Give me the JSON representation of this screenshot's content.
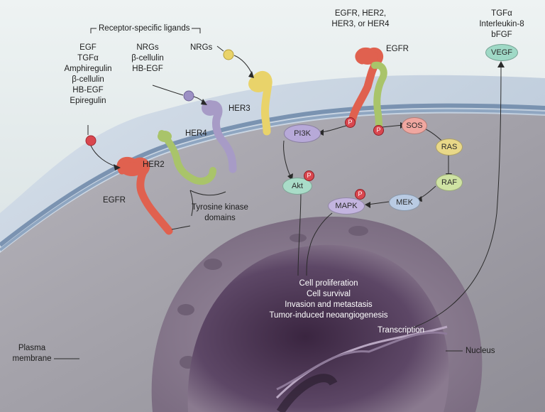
{
  "labels": {
    "receptor_specific_ligands": "Receptor-specific ligands",
    "ligands_group1": [
      "EGF",
      "TGFα",
      "Amphiregulin",
      "β-cellulin",
      "HB-EGF",
      "Epiregulin"
    ],
    "ligands_group2": [
      "NRGs",
      "β-cellulin",
      "HB-EGF"
    ],
    "ligand_nrgs": "NRGs",
    "dimer_title": [
      "EGFR, HER2,",
      "HER3, or HER4"
    ],
    "egfr_top": "EGFR",
    "her3": "HER3",
    "her4": "HER4",
    "her2": "HER2",
    "egfr_left": "EGFR",
    "tyrosine_kinase": [
      "Tyrosine kinase",
      "domains"
    ],
    "angiogenic_factors": [
      "TGFα",
      "Interleukin-8",
      "bFGF"
    ],
    "outcomes": [
      "Cell proliferation",
      "Cell survival",
      "Invasion and metastasis",
      "Tumor-induced neoangiogenesis"
    ],
    "transcription": "Transcription",
    "nucleus": "Nucleus",
    "plasma_membrane": [
      "Plasma",
      "membrane"
    ]
  },
  "nodes": {
    "pi3k": "PI3K",
    "akt": "Akt",
    "sos": "SOS",
    "ras": "RAS",
    "raf": "RAF",
    "mek": "MEK",
    "mapk": "MAPK",
    "vegf": "VEGF",
    "phospho": "P"
  },
  "colors": {
    "background": "#dfe8ea",
    "cytoplasm": "#a9a7ad",
    "membrane": "#b9c7d6",
    "nucleus": "#5b4563",
    "egfr": "#e0614f",
    "her2": "#a9c46a",
    "her3": "#e9d36a",
    "her4": "#a79bc6",
    "node_purple": "#b7a9d8",
    "node_pink": "#f0a7a0",
    "node_yellow": "#e9d888",
    "node_green": "#cfe3a3",
    "node_blue": "#b9cbe3",
    "node_teal": "#9fd9c6"
  }
}
